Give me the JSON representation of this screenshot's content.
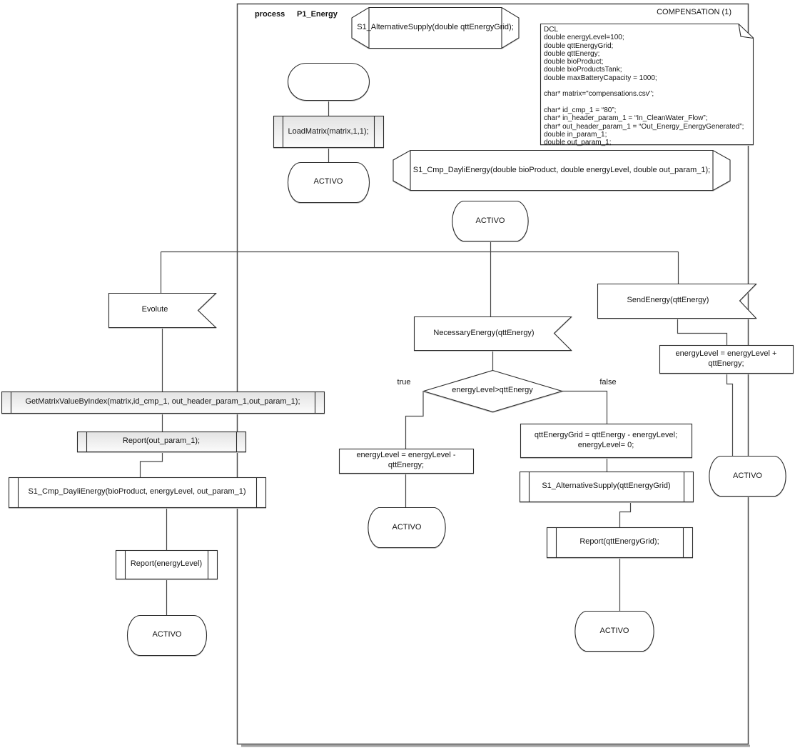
{
  "frame": {
    "process_keyword": "process",
    "process_name": "P1_Energy",
    "page_label": "COMPENSATION (1)"
  },
  "declarations": {
    "signal_alternative_supply": "S1_AlternativeSupply(double qttEnergyGrid);",
    "signal_cmp_dayli_energy": "S1_Cmp_DayliEnergy(double bioProduct, double energyLevel, double out_param_1);",
    "dcl_block": "DCL\ndouble energyLevel=100;\ndouble qttEnergyGrid;\ndouble qttEnergy;\ndouble bioProduct;\ndouble bioProductsTank;\ndouble maxBatteryCapacity = 1000;\n\nchar* matrix=\"compensations.csv\";\n\nchar* id_cmp_1 = “80”;\nchar* in_header_param_1 = “In_CleanWater_Flow”;\nchar* out_header_param_1 = “Out_Energy_EnergyGenerated”;\ndouble in_param_1;\ndouble out_param_1;"
  },
  "nodes": {
    "load_matrix": "LoadMatrix(matrix,1,1);",
    "state_activo": "ACTIVO",
    "evolute": "Evolute",
    "get_matrix_value": "GetMatrixValueByIndex(matrix,id_cmp_1, out_header_param_1,out_param_1);",
    "report_out_param": "Report(out_param_1);",
    "cmp_dayli_call": "S1_Cmp_DayliEnergy(bioProduct, energyLevel, out_param_1)",
    "report_energy_level": "Report(energyLevel)",
    "necessary_energy": "NecessaryEnergy(qttEnergy)",
    "decision": "energyLevel>qttEnergy",
    "branch_true": "true",
    "branch_false": "false",
    "task_subtract": "energyLevel = energyLevel - qttEnergy;",
    "task_grid": "qttEnergyGrid = qttEnergy - energyLevel;\nenergyLevel= 0;",
    "alternative_supply_call": "S1_AlternativeSupply(qttEnergyGrid)",
    "report_qtt_grid": "Report(qttEnergyGrid);",
    "send_energy": "SendEnergy(qttEnergy)",
    "task_add": "energyLevel = energyLevel + qttEnergy;"
  },
  "colors": {
    "shape_stroke": "#2b2b2b",
    "frame_stroke": "#4a4a4a",
    "connector": "#474747",
    "procedure_fill_top": "#e3e3e3",
    "procedure_fill_bottom": "#fbfbfb",
    "shadow": "#a0a0a0"
  }
}
